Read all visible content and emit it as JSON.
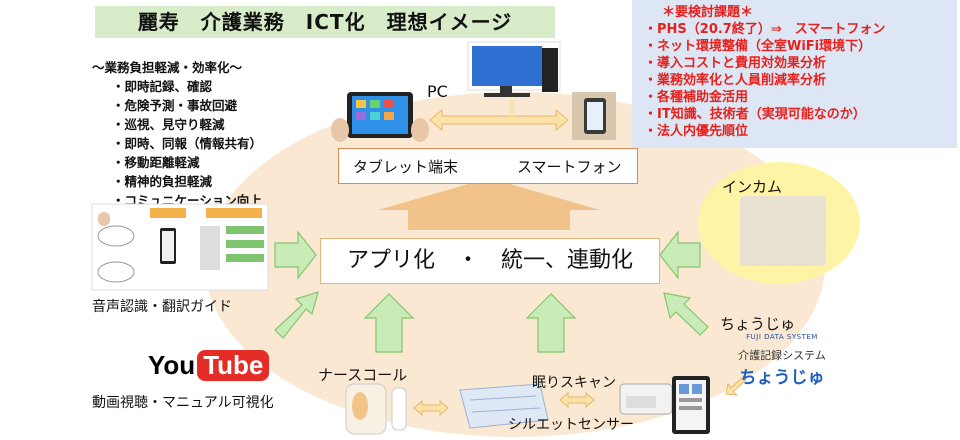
{
  "title": "麗寿　介護業務　ICT化　理想イメージ",
  "issues": {
    "heading": "＊要検討課題＊",
    "items": [
      "・PHS（20.7終了）⇒　スマートフォン",
      "・ネット環境整備（全室WiFi環境下）",
      "・導入コストと費用対効果分析",
      "・業務効率化と人員削減率分析",
      "・各種補助金活用",
      "・IT知識、技術者（実現可能なのか）",
      "・法人内優先順位"
    ]
  },
  "goals": {
    "heading": "〜業務負担軽減・効率化〜",
    "items": [
      "・即時記録、確認",
      "・危険予測・事故回避",
      "・巡視、見守り軽減",
      "・即時、同報（情報共有）",
      "・移動距離軽減",
      "・精神的負担軽減",
      "・コミュニケーション向上"
    ]
  },
  "nodes": {
    "pc": "PC",
    "tablet": "タブレット端末",
    "smartphone": "スマートフォン",
    "center": "アプリ化　・　統一、連動化",
    "intercom": "インカム",
    "voice": "音声認識・翻訳ガイド",
    "video": "動画視聴・マニュアル可視化",
    "nurse_call": "ナースコール",
    "sleep_scan": "眠りスキャン",
    "silhouette": "シルエットセンサー",
    "choujyu": "ちょうじゅ"
  },
  "youtube": {
    "you": "You",
    "tube": "Tube"
  },
  "fuji": {
    "brand": "FUJI DATA SYSTEM",
    "system": "介護記録システム",
    "name": "ちょうじゅ"
  },
  "colors": {
    "ellipse": "#fbe8d2",
    "arrow_green": "#c8ebb8",
    "arrow_green_stroke": "#86c56a",
    "arrow_orange": "#f1c38a",
    "issue_text": "#e8201c",
    "issue_bg": "#dde6f5",
    "title_bg": "#d9ecc9",
    "intercom_bg": "#fff3a6"
  }
}
